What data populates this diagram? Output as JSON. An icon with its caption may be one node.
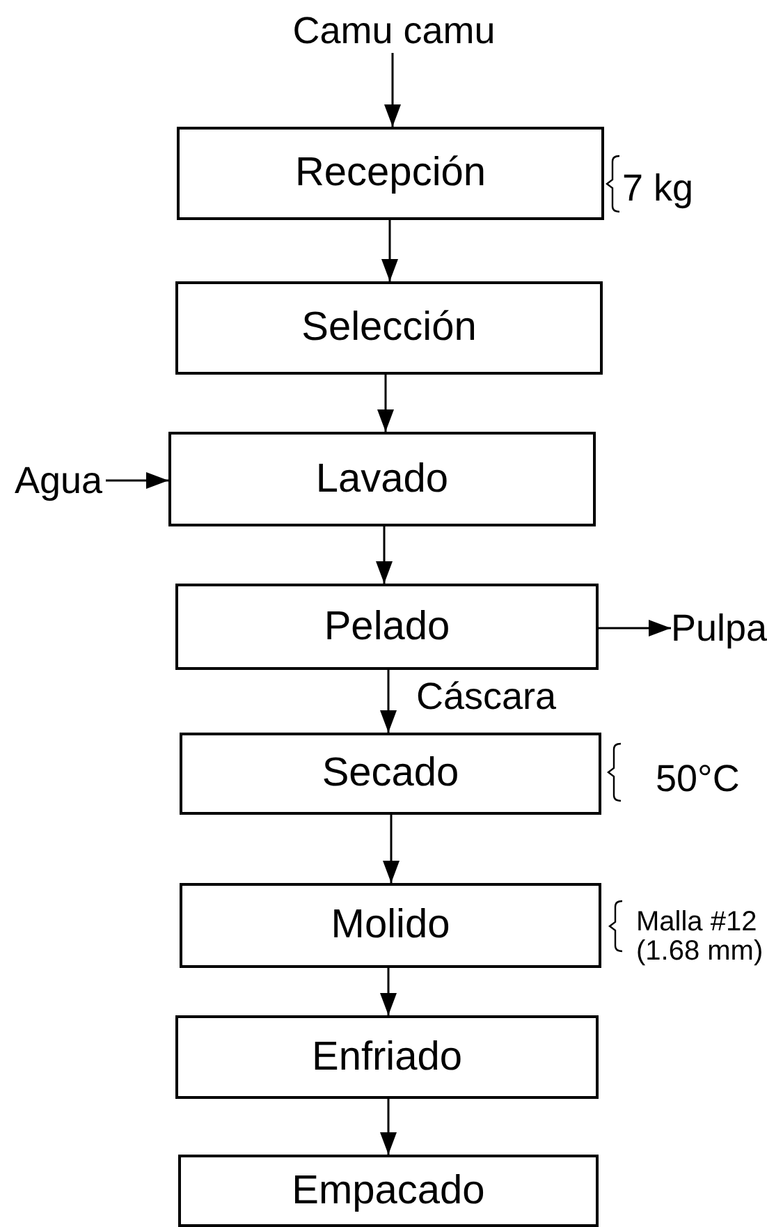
{
  "diagram": {
    "nodes": [
      {
        "text": [
          "Camu camu"
        ]
      },
      {
        "text": [
          "Recepción"
        ],
        "beside": [
          "7 kg"
        ]
      },
      {
        "text": [
          "Selección"
        ]
      },
      {
        "text": [
          "Agua"
        ]
      },
      {
        "text": [
          "Lavado"
        ]
      },
      {
        "text": [
          "Pelado"
        ]
      },
      {
        "text": [
          "Pulpa"
        ]
      },
      {
        "text": [
          "Secado"
        ],
        "beside": [
          "50°C"
        ]
      },
      {
        "text": [
          "Molido"
        ],
        "beside": [
          "Malla #12 (1.68 mm)"
        ]
      },
      {
        "text": [
          "Enfriado"
        ]
      },
      {
        "text": [
          "Empacado"
        ]
      }
    ],
    "edges": [
      {
        "from": 0,
        "to": 1,
        "arrow": "to"
      },
      {
        "from": 1,
        "to": 2,
        "arrow": "to"
      },
      {
        "from": 2,
        "to": 4,
        "arrow": "to"
      },
      {
        "from": 3,
        "to": 4,
        "arrow": "to"
      },
      {
        "from": 4,
        "to": 5,
        "arrow": "to"
      },
      {
        "from": 5,
        "to": 6,
        "arrow": "to"
      },
      {
        "from": 5,
        "to": 7,
        "label": "Cáscara",
        "arrow": "to"
      },
      {
        "from": 7,
        "to": 8,
        "arrow": "to"
      },
      {
        "from": 8,
        "to": 9,
        "arrow": "to"
      },
      {
        "from": 9,
        "to": 10,
        "arrow": "to"
      }
    ]
  }
}
